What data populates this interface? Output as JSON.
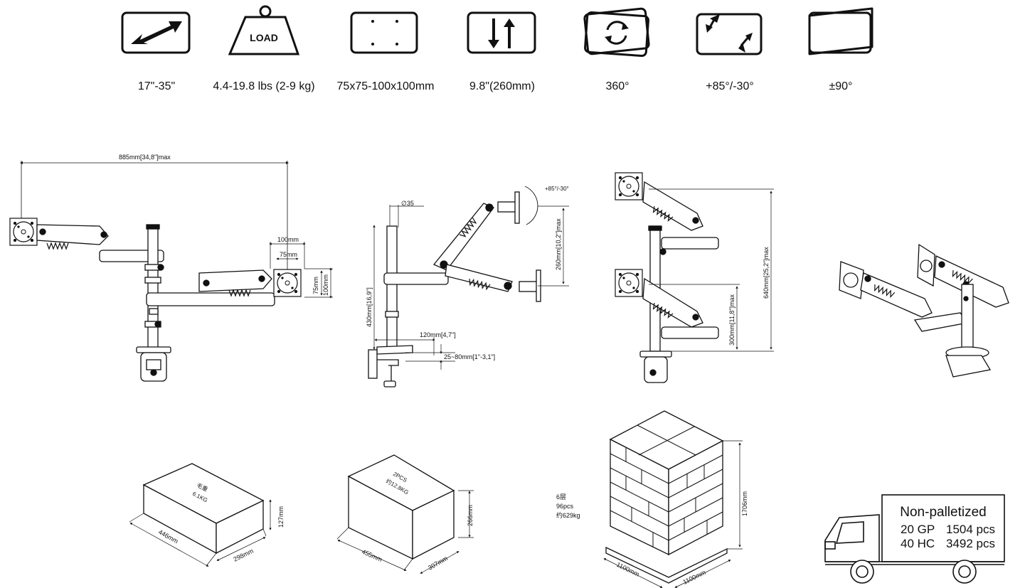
{
  "specs": [
    {
      "icon": "diagonal-arrow-icon",
      "label": "17\"-35\""
    },
    {
      "icon": "load-weight-icon",
      "label": "4.4-19.8 lbs (2-9 kg)",
      "icon_text": "LOAD"
    },
    {
      "icon": "vesa-pattern-icon",
      "label": "75x75-100x100mm"
    },
    {
      "icon": "height-adjust-icon",
      "label": "9.8\"(260mm)"
    },
    {
      "icon": "rotate-icon",
      "label": "360°"
    },
    {
      "icon": "tilt-icon",
      "label": "+85°/-30°"
    },
    {
      "icon": "swivel-icon",
      "label": "±90°"
    }
  ],
  "dims": {
    "reach": "885mm[34,8\"]max",
    "vesa100": "100mm",
    "vesa75": "75mm",
    "vesa75v": "75mm",
    "vesa100v": "100mm",
    "pole_d": "∅35",
    "tilt": "+85°/-30°",
    "pole_h": "430mm[16,9\"]",
    "lift": "260mm[10,2\"]max",
    "base_offset": "120mm[4,7\"]",
    "clamp": "25~80mm[1\"-3,1\"]",
    "height_total": "640mm[25,2\"]max",
    "height_low": "300mm[11,8\"]max"
  },
  "box1": {
    "top": "毛重",
    "weight": "6.1KG",
    "len": "446mm",
    "wid": "298mm",
    "hgt": "127mm"
  },
  "box2": {
    "top": "2PCS",
    "weight": "约12.8KG",
    "len": "455mm",
    "wid": "307mm",
    "hgt": "266mm"
  },
  "pallet": {
    "layers": "6层",
    "pcs": "96pcs",
    "weight": "约629kg",
    "height": "1706mm",
    "len": "1100mm",
    "wid": "1100mm"
  },
  "truck": {
    "title": "Non-palletized",
    "row1_type": "20 GP",
    "row1_qty": "1504 pcs",
    "row2_type": "40 HC",
    "row2_qty": "3492 pcs"
  }
}
